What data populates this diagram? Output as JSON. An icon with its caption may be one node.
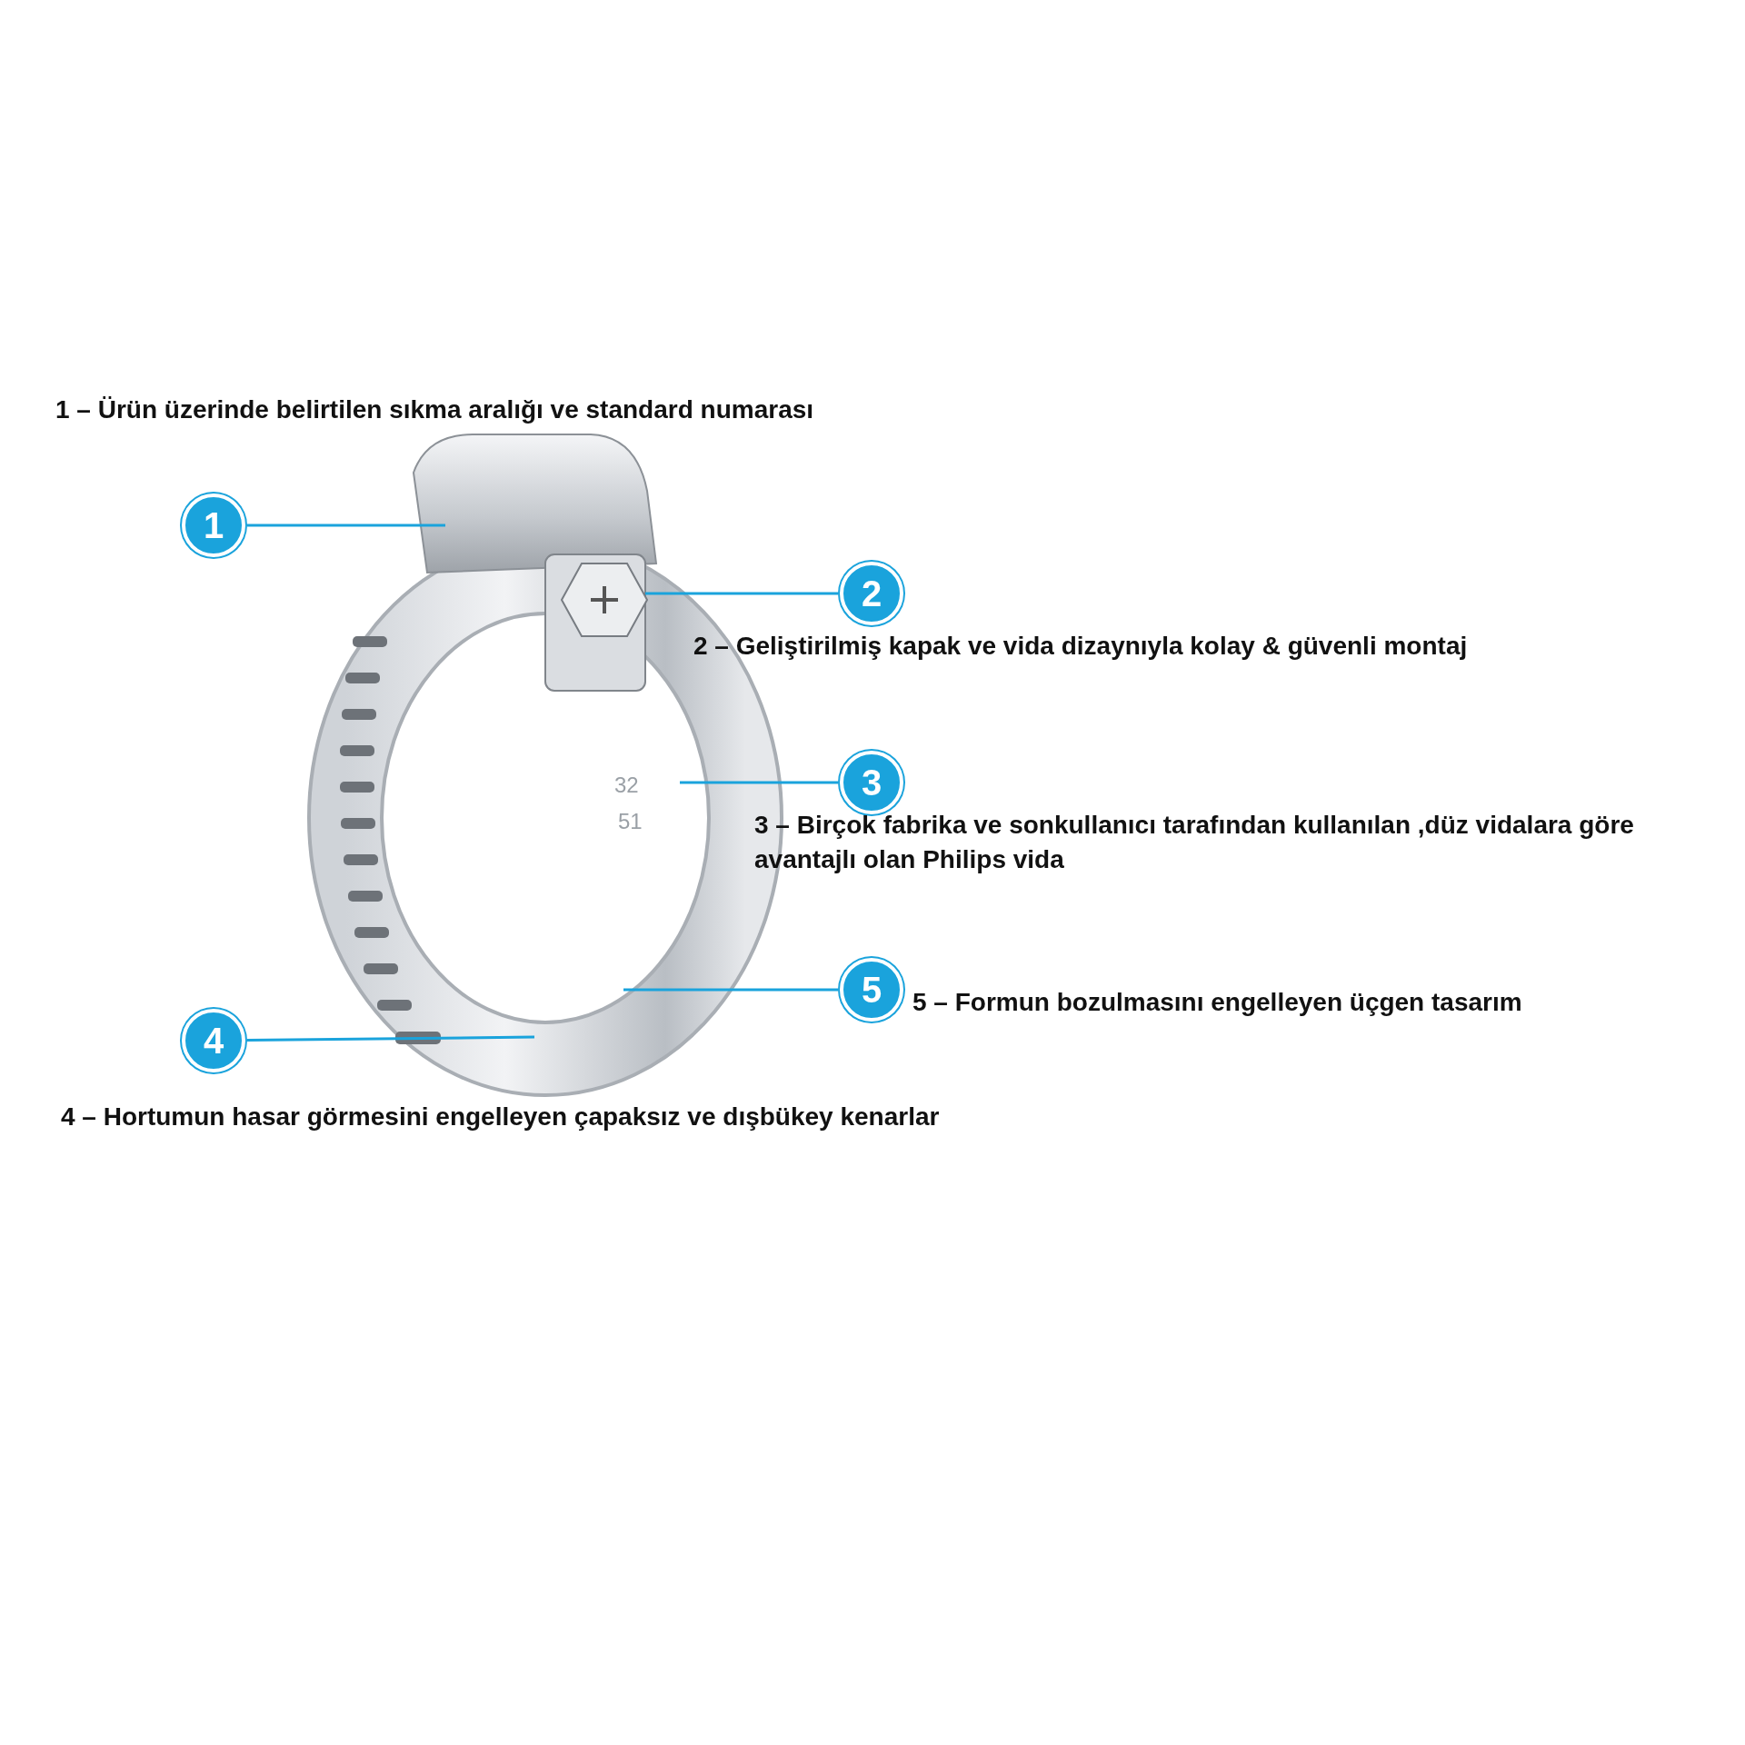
{
  "diagram": {
    "nodes": [
      {
        "text": [
          "1"
        ],
        "beside": [
          "1 – Ürün üzerinde belirtilen sıkma aralığı ve standard numarası"
        ]
      },
      {
        "text": [
          "2"
        ],
        "beside": [
          "2 – Geliştirilmiş kapak ve vida dizaynıyla kolay & güvenli montaj"
        ]
      },
      {
        "text": [
          "3"
        ],
        "beside": [
          "3 – Birçok fabrika ve sonkullanıcı tarafından kullanılan ,düz vidalara göre avantajlı olan Philips vida"
        ]
      },
      {
        "text": [
          "4"
        ],
        "beside": [
          "4 – Hortumun hasar görmesini engelleyen çapaksız ve dışbükey kenarlar"
        ]
      },
      {
        "text": [
          "5"
        ],
        "beside": [
          "5 – Formun bozulmasını engelleyen üçgen tasarım"
        ]
      }
    ],
    "edges": [
      {
        "from": 0,
        "to": null,
        "arrow": "none"
      },
      {
        "from": 1,
        "to": null,
        "arrow": "none"
      },
      {
        "from": 2,
        "to": null,
        "arrow": "none"
      },
      {
        "from": 3,
        "to": null,
        "arrow": "none"
      },
      {
        "from": 4,
        "to": null,
        "arrow": "none"
      }
    ],
    "labels": [
      "32",
      "51"
    ]
  }
}
